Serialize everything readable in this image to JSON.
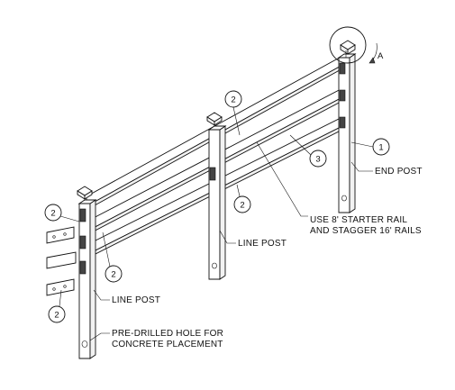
{
  "labels": {
    "end_post": "END POST",
    "line_post_middle": "LINE POST",
    "line_post_left": "LINE POST",
    "rail_note_line1": "USE 8' STARTER RAIL",
    "rail_note_line2": "AND STAGGER 16' RAILS",
    "hole_note_line1": "PRE-DRILLED HOLE FOR",
    "hole_note_line2": "CONCRETE PLACEMENT",
    "detail_marker": "A"
  },
  "callouts": {
    "end_post": "1",
    "middle_post_top": "2",
    "rail_center": "3",
    "middle_bracket": "2",
    "left_top": "2",
    "left_lower": "2",
    "left_bottom": "2"
  }
}
